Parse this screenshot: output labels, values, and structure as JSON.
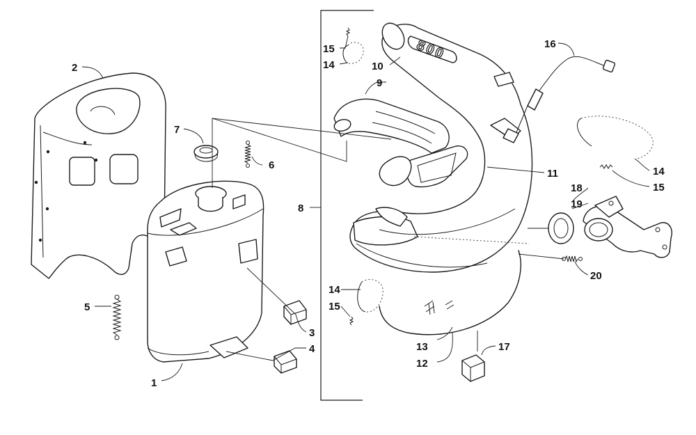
{
  "callouts": {
    "c1": "1",
    "c2": "2",
    "c3": "3",
    "c4": "4",
    "c5": "5",
    "c6": "6",
    "c7": "7",
    "c8": "8",
    "c9": "9",
    "c10": "10",
    "c11": "11",
    "c12": "12",
    "c13": "13",
    "c14a": "14",
    "c14b": "14",
    "c14c": "14",
    "c15a": "15",
    "c15b": "15",
    "c15c": "15",
    "c16": "16",
    "c17": "17",
    "c18": "18",
    "c19": "19",
    "c20": "20"
  },
  "emblem_text": "800",
  "colors": {
    "line": "#1a1a1a",
    "shade": "#e9e9e9",
    "background": "#ffffff"
  }
}
